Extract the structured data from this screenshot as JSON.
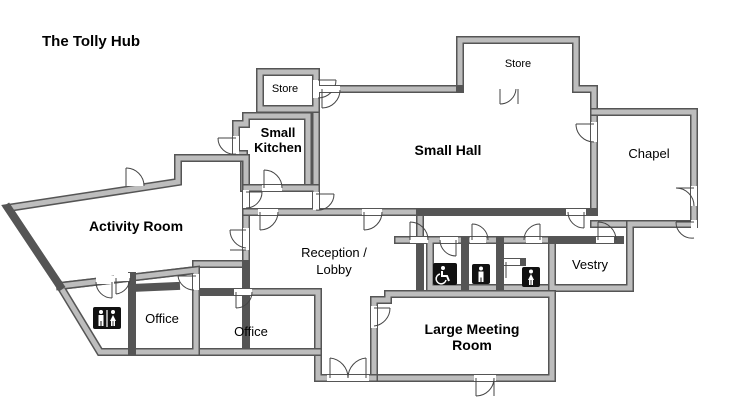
{
  "title": "The Tolly Hub",
  "rooms": {
    "store_top": "Store",
    "store_left": "Store",
    "small_kitchen_1": "Small",
    "small_kitchen_2": "Kitchen",
    "small_hall": "Small Hall",
    "chapel": "Chapel",
    "activity_room": "Activity Room",
    "reception_1": "Reception /",
    "reception_2": "Lobby",
    "vestry": "Vestry",
    "large_meeting_1": "Large Meeting",
    "large_meeting_2": "Room",
    "office_small": "Office",
    "office_large": "Office"
  },
  "icons": [
    "accessible-toilet-icon",
    "male-toilet-icon",
    "female-toilet-icon",
    "toilets-icon"
  ],
  "colors": {
    "wall": "#b3b3b3",
    "wall_edge": "#555555",
    "background": "#ffffff"
  }
}
